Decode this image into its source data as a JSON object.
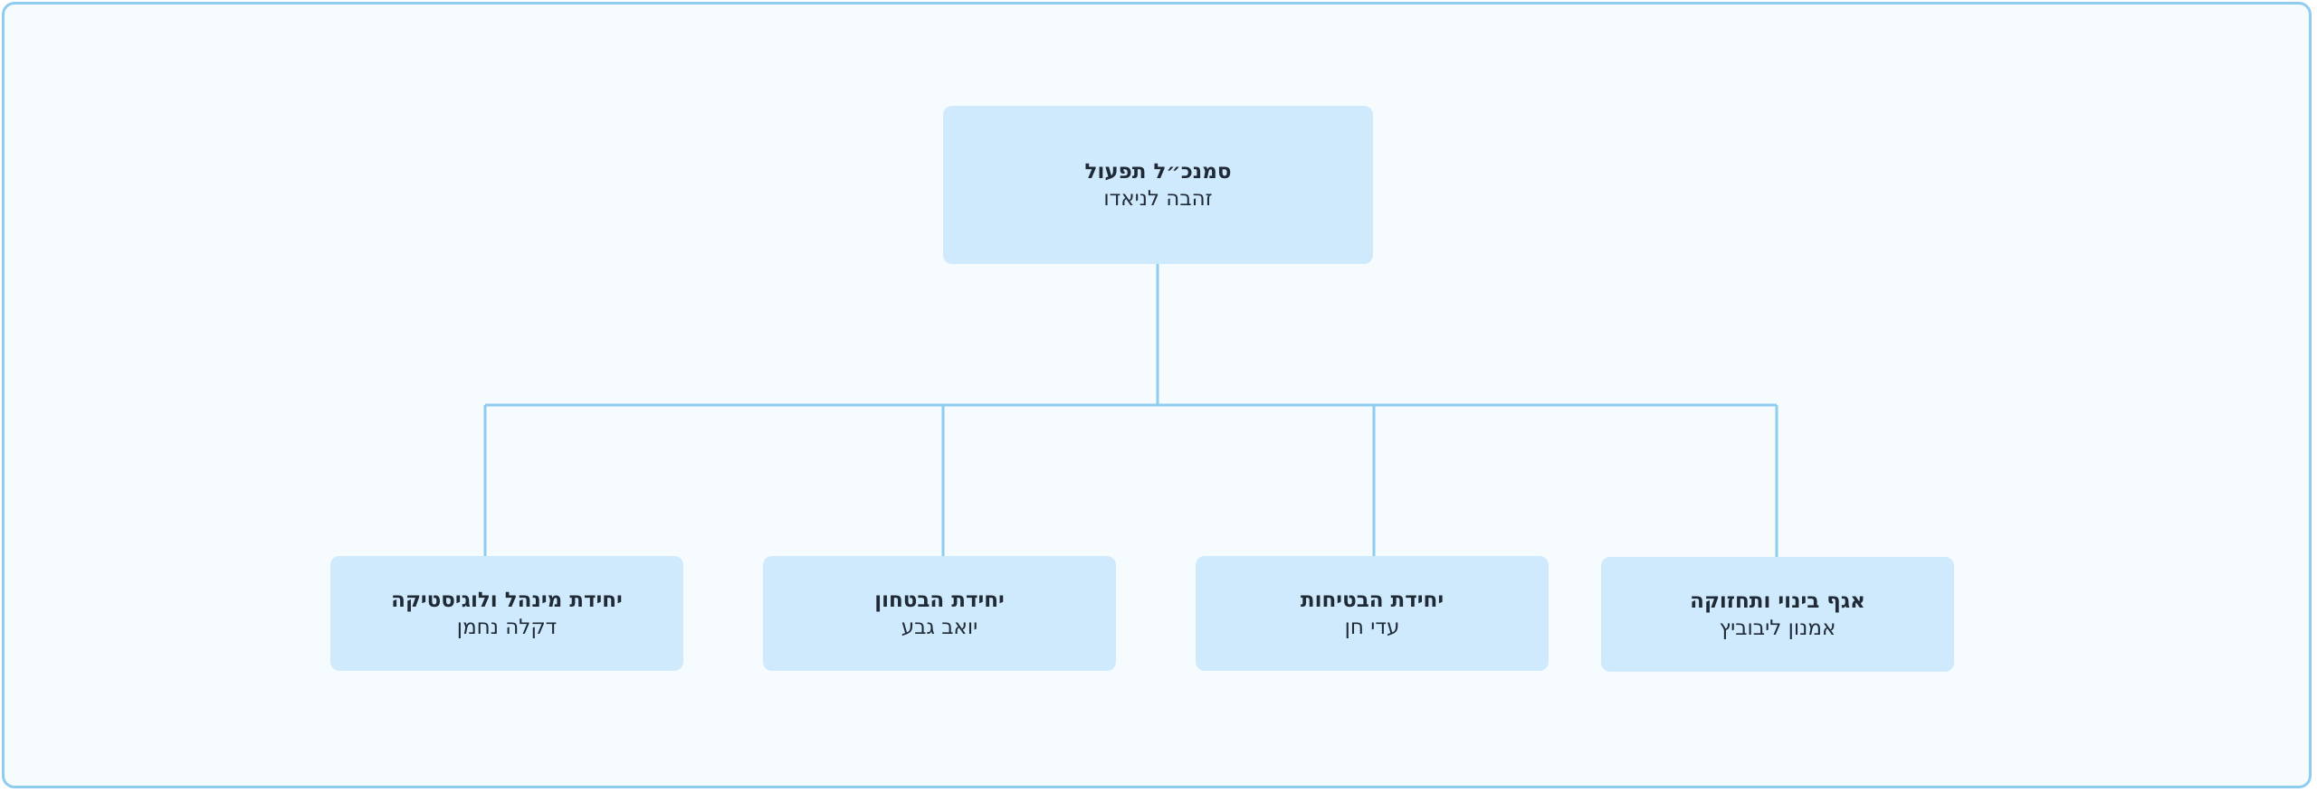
{
  "org_chart": {
    "root": {
      "title": "סמנכ״ל תפעול",
      "person": "זהבה לניאדו"
    },
    "children": [
      {
        "title": "יחידת מינהל ולוגיסטיקה",
        "person": "דקלה נחמן"
      },
      {
        "title": "יחידת הבטחון",
        "person": "יואב גבע"
      },
      {
        "title": "יחידת הבטיחות",
        "person": "עדי חן"
      },
      {
        "title": "אגף בינוי ותחזוקה",
        "person": "אמנון ליבוביץ"
      }
    ]
  },
  "colors": {
    "frame_border": "#8ecdf0",
    "background": "#f6fbfe",
    "node_fill": "#cfeafd",
    "connector": "#8ecdf0",
    "text": "#1f2a36"
  }
}
